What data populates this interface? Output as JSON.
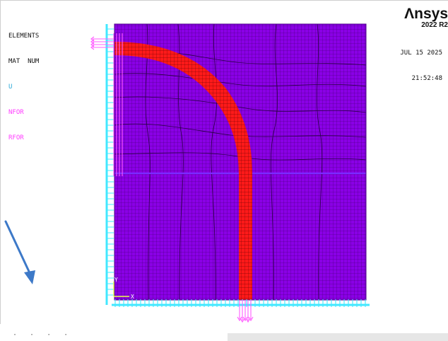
{
  "legend": {
    "elements": "ELEMENTS",
    "mat_num": "MAT  NUM",
    "u": "U",
    "nfor": "NFOR",
    "rfor": "RFOR"
  },
  "logo": {
    "brand": "Λnsys",
    "version": "2022 R2"
  },
  "datetime": {
    "date": "JUL 15 2025",
    "time": "21:52:48"
  },
  "axis": {
    "x": "X",
    "y": "Y"
  },
  "colors": {
    "mesh_fill": "#8a00e6",
    "mesh_grid": "#23004d",
    "material_two": "#ff1a1a",
    "boundary": "#42e8ff",
    "force": "#ff5cff",
    "arrow": "#3d79c8"
  }
}
